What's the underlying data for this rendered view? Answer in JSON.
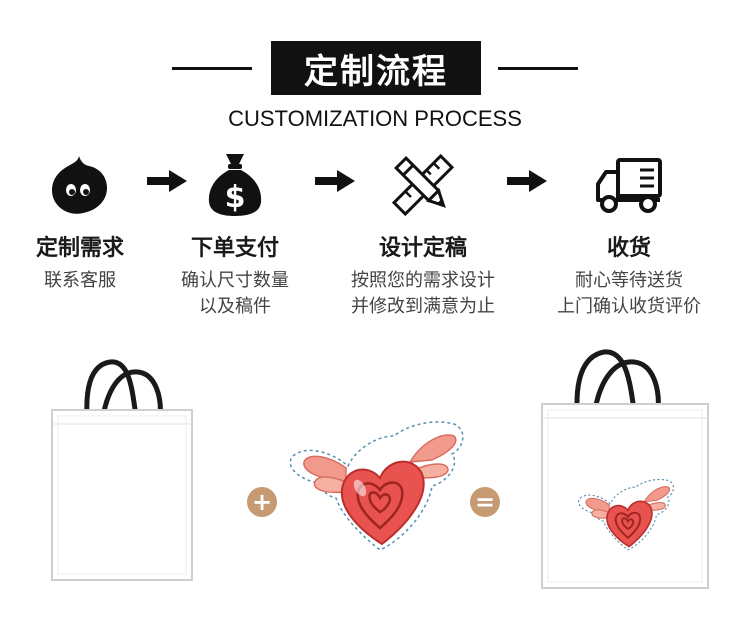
{
  "header": {
    "title": "定制流程",
    "subtitle": "CUSTOMIZATION PROCESS"
  },
  "steps": [
    {
      "icon": "chat-bubble-icon",
      "title": "定制需求",
      "desc": [
        "联系客服"
      ]
    },
    {
      "icon": "money-bag-icon",
      "title": "下单支付",
      "desc": [
        "确认尺寸数量",
        "以及稿件"
      ]
    },
    {
      "icon": "design-tools-icon",
      "title": "设计定稿",
      "desc": [
        "按照您的需求设计",
        "并修改到满意为止"
      ]
    },
    {
      "icon": "delivery-truck-icon",
      "title": "收货",
      "desc": [
        "耐心等待送货",
        "上门确认收货评价"
      ]
    }
  ],
  "arrows": [
    "arrow-right-icon",
    "arrow-right-icon",
    "arrow-right-icon"
  ],
  "equation": {
    "plus": "+",
    "equals": "=",
    "items": [
      "blank-bag",
      "winged-heart-sticker",
      "printed-bag"
    ]
  },
  "colors": {
    "dark": "#111111",
    "accent": "#c69a72",
    "heart": "#e8524f",
    "wing": "#f29a8c"
  }
}
